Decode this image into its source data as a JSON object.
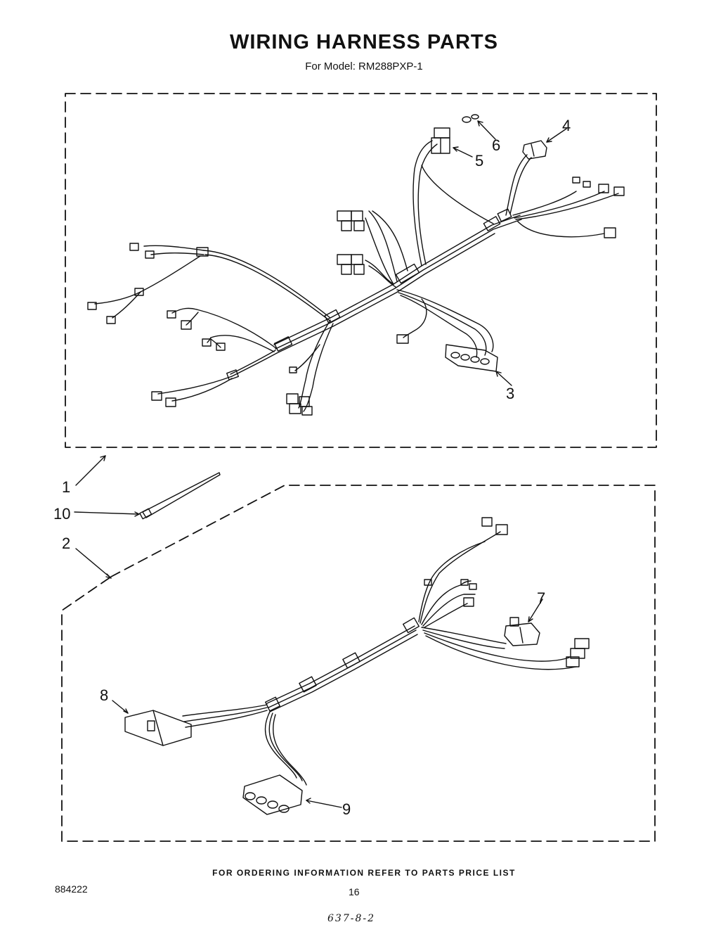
{
  "title": "WIRING HARNESS PARTS",
  "subtitle": "For Model: RM288PXP-1",
  "callouts": {
    "c1": "1",
    "c2": "2",
    "c3": "3",
    "c4": "4",
    "c5": "5",
    "c6": "6",
    "c7": "7",
    "c8": "8",
    "c9": "9",
    "c10": "10"
  },
  "footer_note": "FOR ORDERING INFORMATION REFER TO PARTS PRICE LIST",
  "doc_number": "884222",
  "page_number": "16",
  "handwritten_ref": "637-8-2"
}
